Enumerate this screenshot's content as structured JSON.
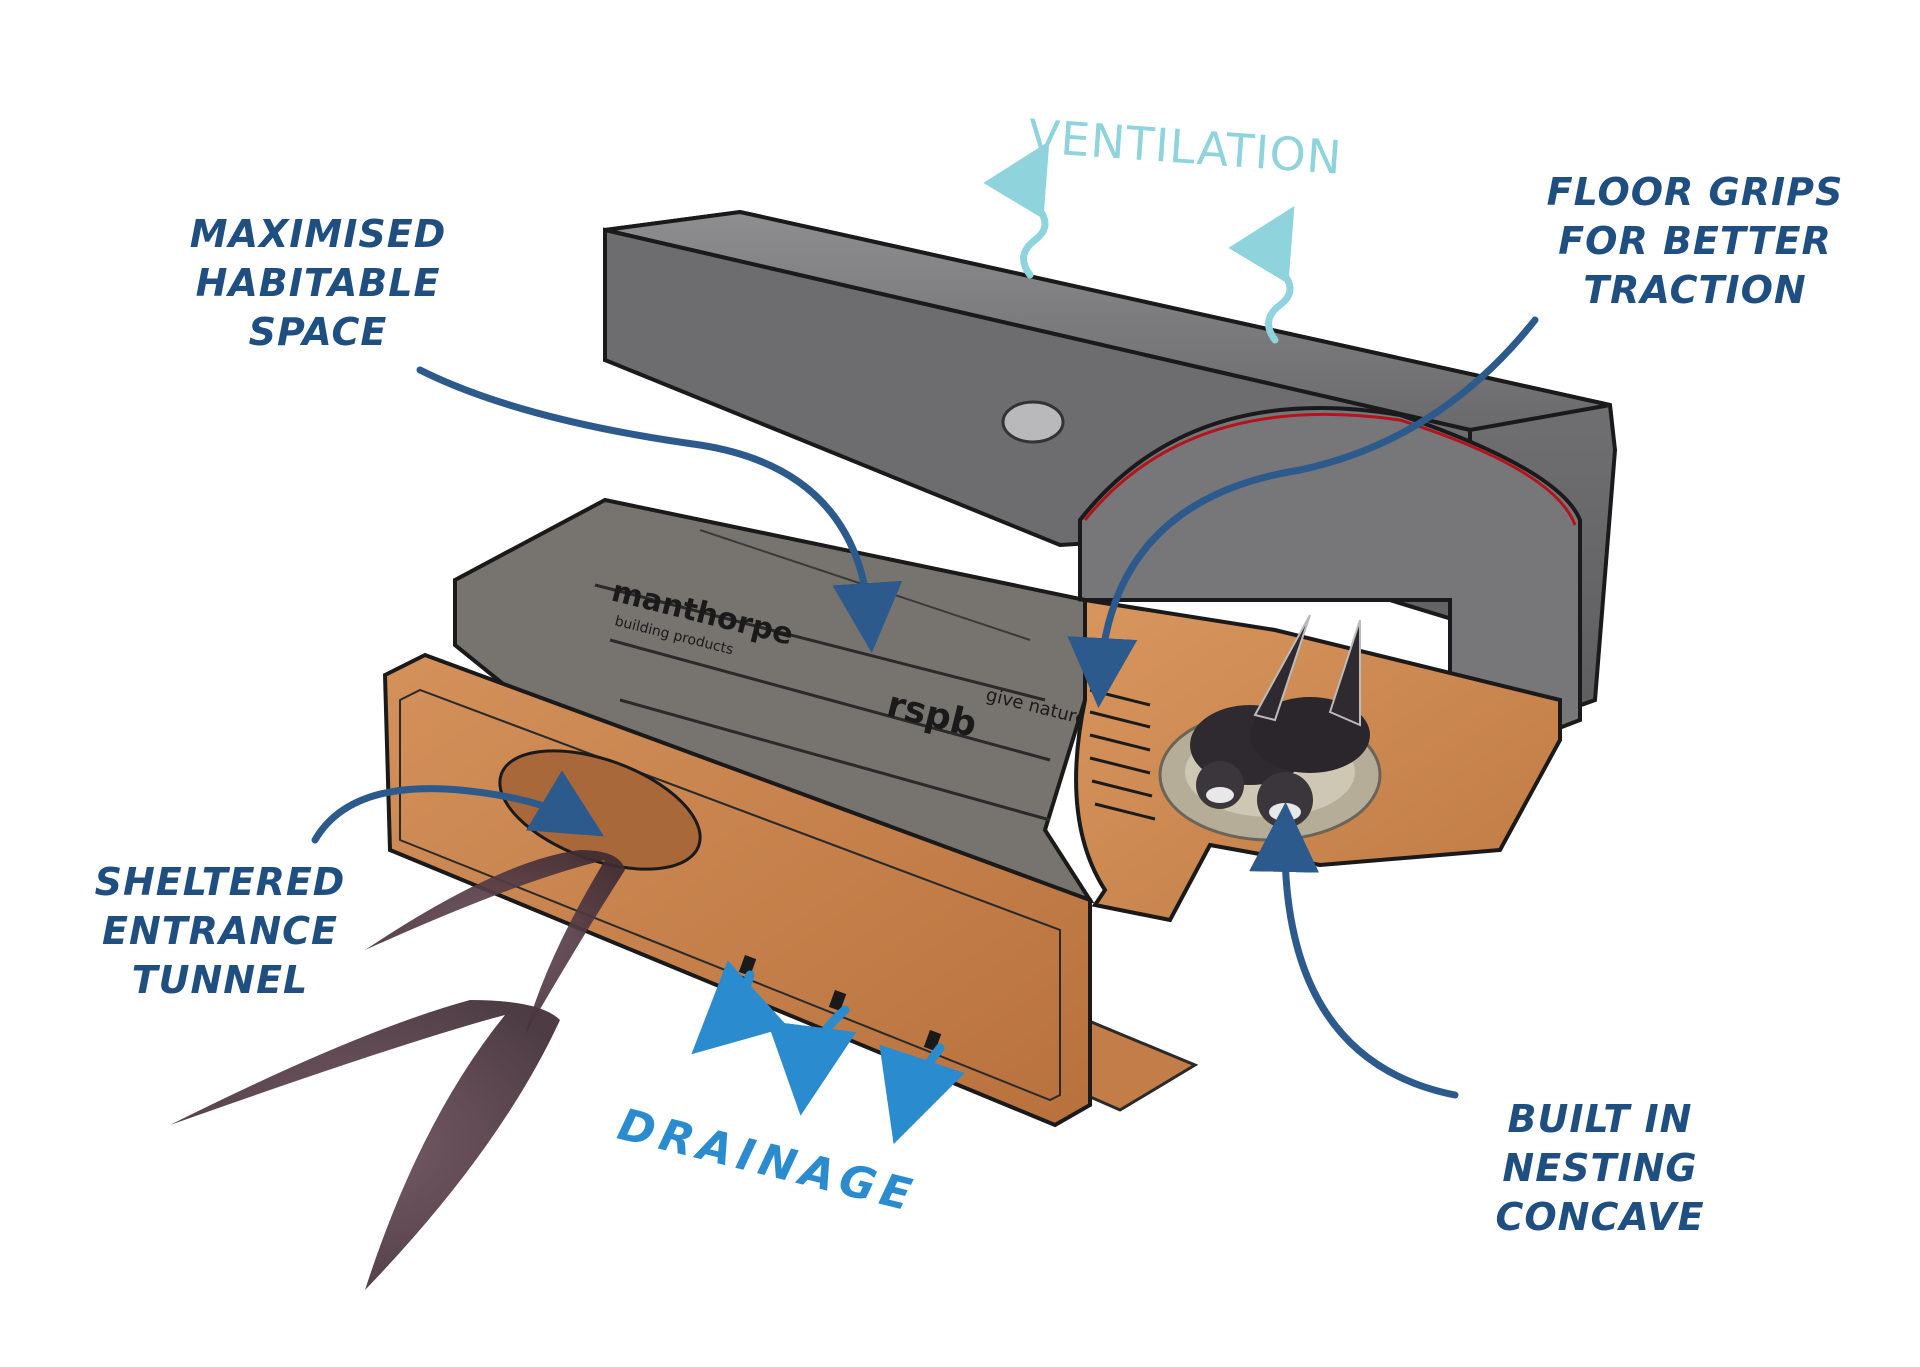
{
  "labels": {
    "habitable": [
      "MAXIMISED",
      "HABITABLE",
      "SPACE"
    ],
    "ventilation": "VENTILATION",
    "floor_grips": [
      "FLOOR GRIPS",
      "FOR BETTER",
      "TRACTION"
    ],
    "entrance": [
      "SHELTERED",
      "ENTRANCE",
      "TUNNEL"
    ],
    "drainage": "DRAINAGE",
    "concave": [
      "BUILT IN",
      "NESTING",
      "CONCAVE"
    ]
  },
  "box_print": {
    "brand": "manthorpe",
    "brand_sub": "building products",
    "partner": "rspb",
    "slogan": "give nature a home"
  },
  "colors": {
    "label": "#1f4e80",
    "arrow": "#2c5a8c",
    "ventilation": "#8fd3dc",
    "drainage": "#2a8ccf",
    "lid": "#6e6e70",
    "body": "#c98550",
    "swift": "#5a3f4a"
  }
}
